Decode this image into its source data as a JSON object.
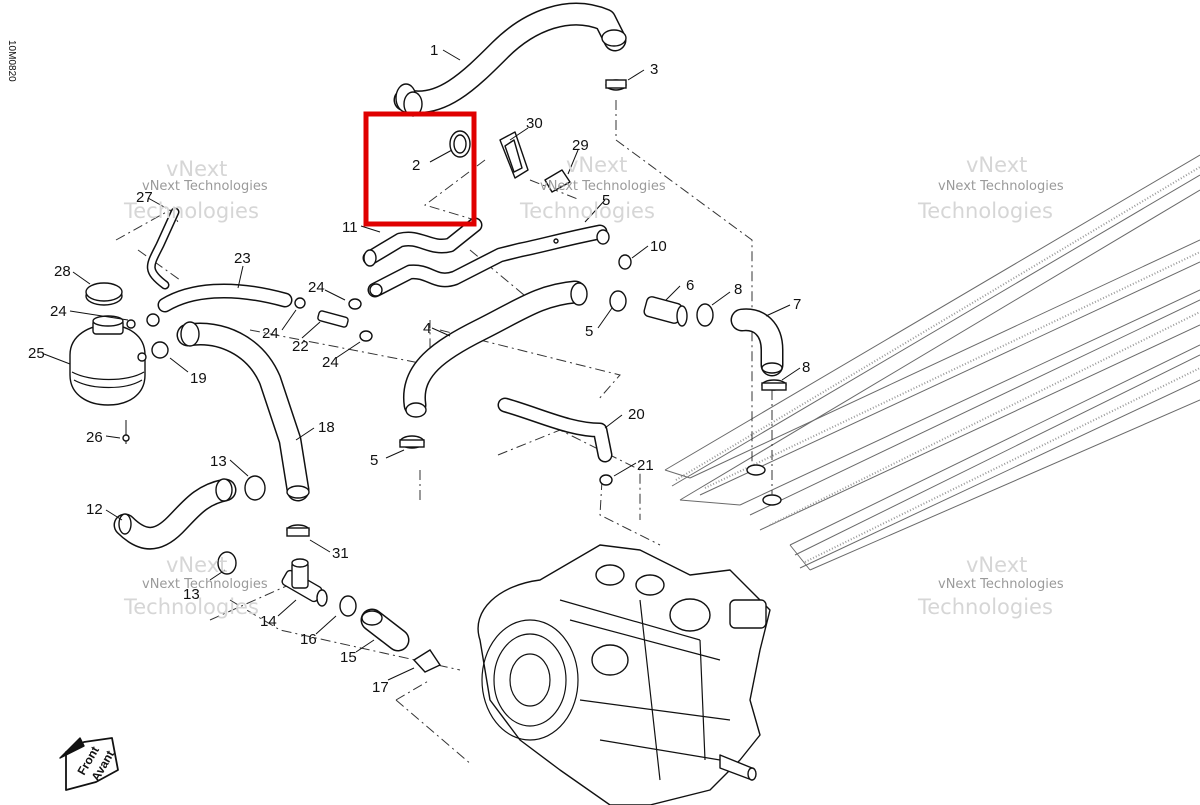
{
  "diagram": {
    "reference_code": "10M0820",
    "part_numbers": [
      "1",
      "2",
      "3",
      "4",
      "5",
      "5",
      "5",
      "6",
      "7",
      "8",
      "8",
      "10",
      "11",
      "12",
      "13",
      "13",
      "14",
      "15",
      "16",
      "17",
      "18",
      "19",
      "20",
      "21",
      "22",
      "23",
      "24",
      "24",
      "24",
      "24",
      "25",
      "26",
      "27",
      "28",
      "29",
      "30",
      "31"
    ],
    "watermarks": [
      {
        "line1": "vNext",
        "line2": "vNext Technologies",
        "line3": "Technologies"
      },
      {
        "line1": "vNext",
        "line2": "vNext Technologies",
        "line3": "Technologies"
      },
      {
        "line1": "vNext",
        "line2": "vNext Technologies",
        "line3": "Technologies"
      },
      {
        "line1": "vNext",
        "line2": "vNext Technologies",
        "line3": "Technologies"
      },
      {
        "line1": "vNext",
        "line2": "vNext Technologies",
        "line3": "Technologies"
      }
    ],
    "front_arrow": {
      "line1": "Front",
      "line2": "Avant"
    },
    "highlight_color": "#e00000"
  }
}
